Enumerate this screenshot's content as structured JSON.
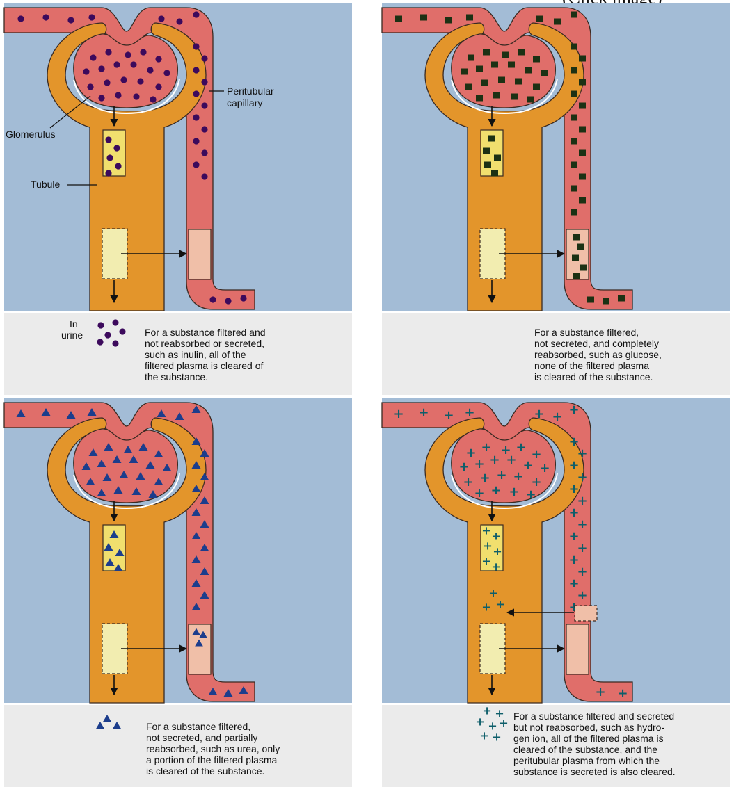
{
  "heading": "(Click image)",
  "colors": {
    "background_panel": "#a3bcd6",
    "caption_area": "#ebebeb",
    "tubule": "#e3952b",
    "capillary": "#e06e6a",
    "collection_box": "#f1df6e",
    "bladder_box": "#f2edb0",
    "capillary_box": "#f0bfa8",
    "inulin_dot": "#3c0a5c",
    "glucose_square": "#1c3114",
    "urea_triangle": "#1c3d8c",
    "hydrogen_plus": "#0e5e6a"
  },
  "labels": {
    "glomerulus": "Glomerulus",
    "tubule": "Tubule",
    "peritubular_line1": "Peritubular",
    "peritubular_line2": "capillary",
    "in_urine_line1": "In",
    "in_urine_line2": "urine"
  },
  "panels": [
    {
      "id": "inulin",
      "marker": "dot",
      "caption": "For a substance filtered and\nnot reabsorbed or secreted,\nsuch as inulin, all of the\nfiltered plasma is cleared of\nthe substance."
    },
    {
      "id": "glucose",
      "marker": "square",
      "caption": "For a substance filtered,\nnot secreted, and completely\nreabsorbed, such as glucose,\nnone of the filtered plasma\nis cleared of the substance."
    },
    {
      "id": "urea",
      "marker": "triangle",
      "caption": "For a substance filtered,\nnot secreted, and partially\nreabsorbed, such as urea, only\na portion of the filtered plasma\nis cleared of the substance."
    },
    {
      "id": "hydrogen",
      "marker": "plus",
      "caption": "For a substance filtered and secreted\nbut not reabsorbed, such as hydro-\ngen ion, all of the filtered plasma is\ncleared of the substance, and the\nperitubular plasma from which the\nsubstance is secreted is also cleared."
    }
  ]
}
